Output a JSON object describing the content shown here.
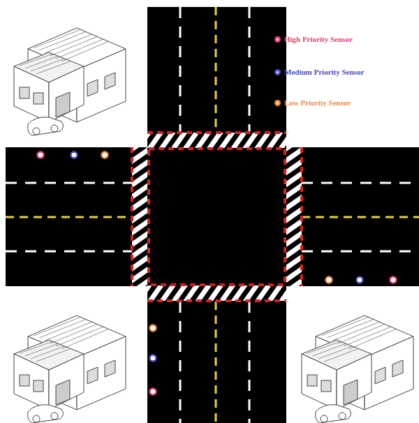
{
  "diagram": {
    "legend": [
      {
        "text": "High Priority Sensor",
        "color": "#e8437b"
      },
      {
        "text": "Medium Priority Sensor",
        "color": "#4b4fc4"
      },
      {
        "text": "Low Priority Sensor",
        "color": "#ef8c3f"
      }
    ]
  }
}
